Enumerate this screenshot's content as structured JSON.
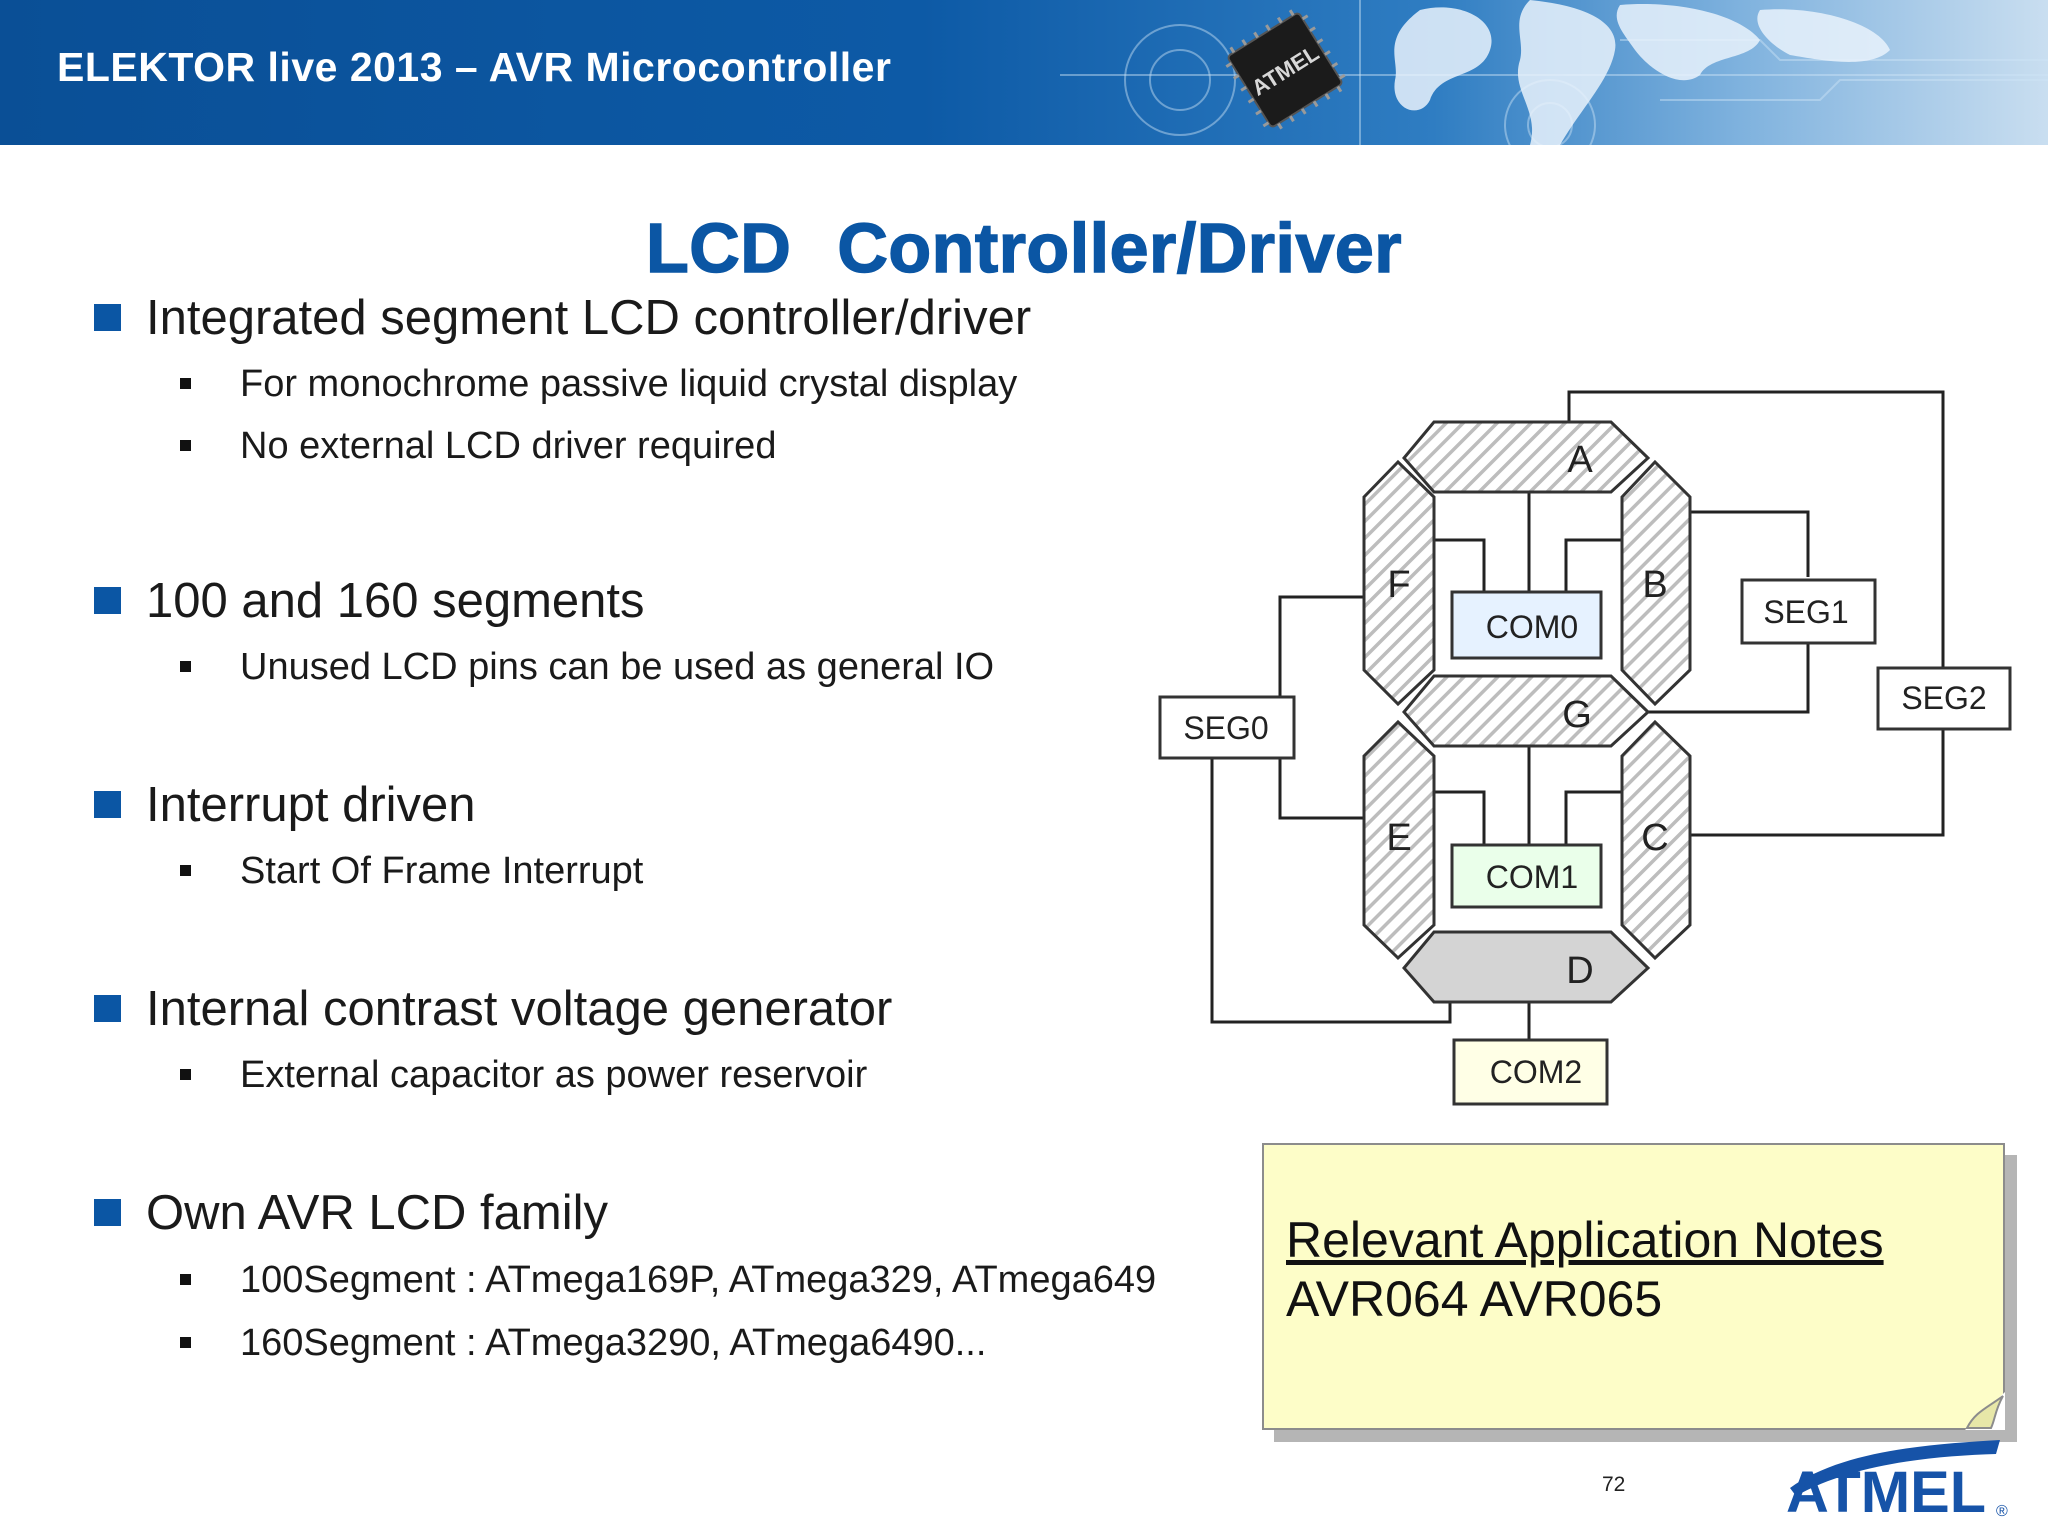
{
  "header": {
    "title": "ELEKTOR live 2013 – AVR Microcontroller",
    "chip_label": "ATMEL"
  },
  "slide": {
    "title_part1": "LCD",
    "title_part2": "Controller/Driver"
  },
  "bullets": [
    {
      "text": "Integrated segment LCD controller/driver",
      "subs": [
        "For monochrome passive liquid crystal display",
        "No external LCD driver required"
      ]
    },
    {
      "text": "100 and 160 segments",
      "subs": [
        "Unused LCD pins can be used as general IO"
      ]
    },
    {
      "text": "Interrupt driven",
      "subs": [
        "Start Of Frame Interrupt"
      ]
    },
    {
      "text": "Internal contrast voltage generator",
      "subs": [
        "External capacitor as power reservoir"
      ]
    },
    {
      "text": "Own AVR LCD family",
      "subs": [
        "100Segment : ATmega169P, ATmega329, ATmega649",
        "160Segment :  ATmega3290, ATmega6490..."
      ]
    }
  ],
  "diagram": {
    "segments": [
      "A",
      "B",
      "C",
      "D",
      "E",
      "F",
      "G"
    ],
    "seg_labels": {
      "seg0": "SEG0",
      "seg1": "SEG1",
      "seg2": "SEG2"
    },
    "com_labels": {
      "com0": "COM0",
      "com1": "COM1",
      "com2": "COM2"
    },
    "colors": {
      "com0_fill": "#e6f2ff",
      "com1_fill": "#eaffea",
      "com2_fill": "#ffffe6",
      "d_fill": "#d4d4d4",
      "hatch": "#bdbdbd"
    }
  },
  "note": {
    "line1": "Relevant Application Notes",
    "line2": "AVR064  AVR065"
  },
  "footer": {
    "page_number": "72",
    "logo_text": "ATMEL",
    "logo_mark": "®"
  },
  "colors": {
    "brand_blue": "#0b56a4",
    "note_bg": "#fdfdc8"
  }
}
